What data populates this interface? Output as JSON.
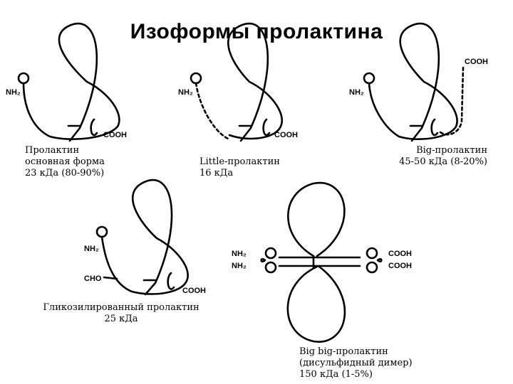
{
  "title": "Изоформы пролактина",
  "labels": {
    "nh2": "NH₂",
    "cooh": "COOH",
    "cho": "CHO"
  },
  "isoforms": [
    {
      "line1": "Пролактин",
      "line2": "основная форма",
      "line3": "23 кДа (80-90%)"
    },
    {
      "line1": "Little-пролактин",
      "line2": "16 кДа"
    },
    {
      "line1": "Big-пролактин",
      "line2": "45-50 кДа (8-20%)"
    },
    {
      "line1": "Гликозилированный пролактин",
      "line2": "25 кДа"
    },
    {
      "line1": "Big big-пролактин",
      "line2": "(дисульфидный димер)",
      "line3": "150 кДа (1-5%)"
    }
  ]
}
